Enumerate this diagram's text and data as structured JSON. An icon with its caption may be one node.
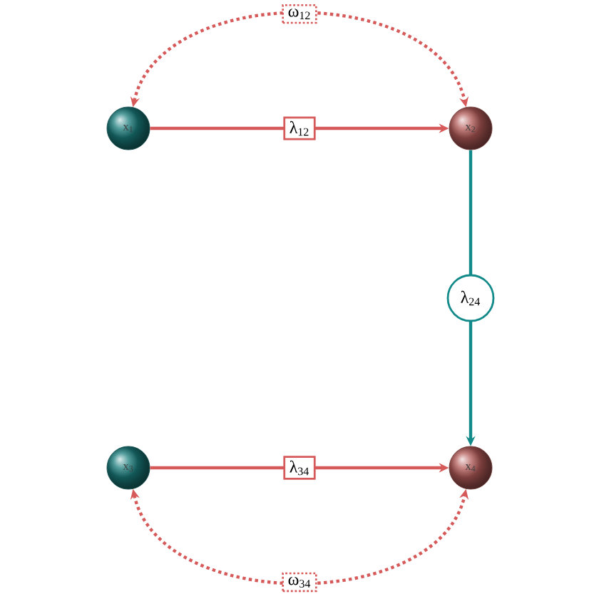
{
  "diagram": {
    "nodes": [
      {
        "text": [
          "x$_{1}$"
        ]
      },
      {
        "text": [
          "x$_{2}$"
        ]
      },
      {
        "text": [
          "x$_{3}$"
        ]
      },
      {
        "text": [
          "x$_{4}$"
        ]
      }
    ],
    "edges": [
      {
        "from": 0,
        "to": 1,
        "arrow": "both",
        "style": "dashed",
        "label": "ω$_{12}$"
      },
      {
        "from": 0,
        "to": 1,
        "arrow": "to",
        "label": "λ$_{12}$"
      },
      {
        "from": 1,
        "to": 3,
        "arrow": "to",
        "color": "#138a8a",
        "label": "λ$_{24}$"
      },
      {
        "from": 2,
        "to": 3,
        "arrow": "to",
        "label": "λ$_{34}$"
      },
      {
        "from": 2,
        "to": 3,
        "arrow": "both",
        "style": "dashed",
        "label": "ω$_{34}$"
      }
    ]
  }
}
